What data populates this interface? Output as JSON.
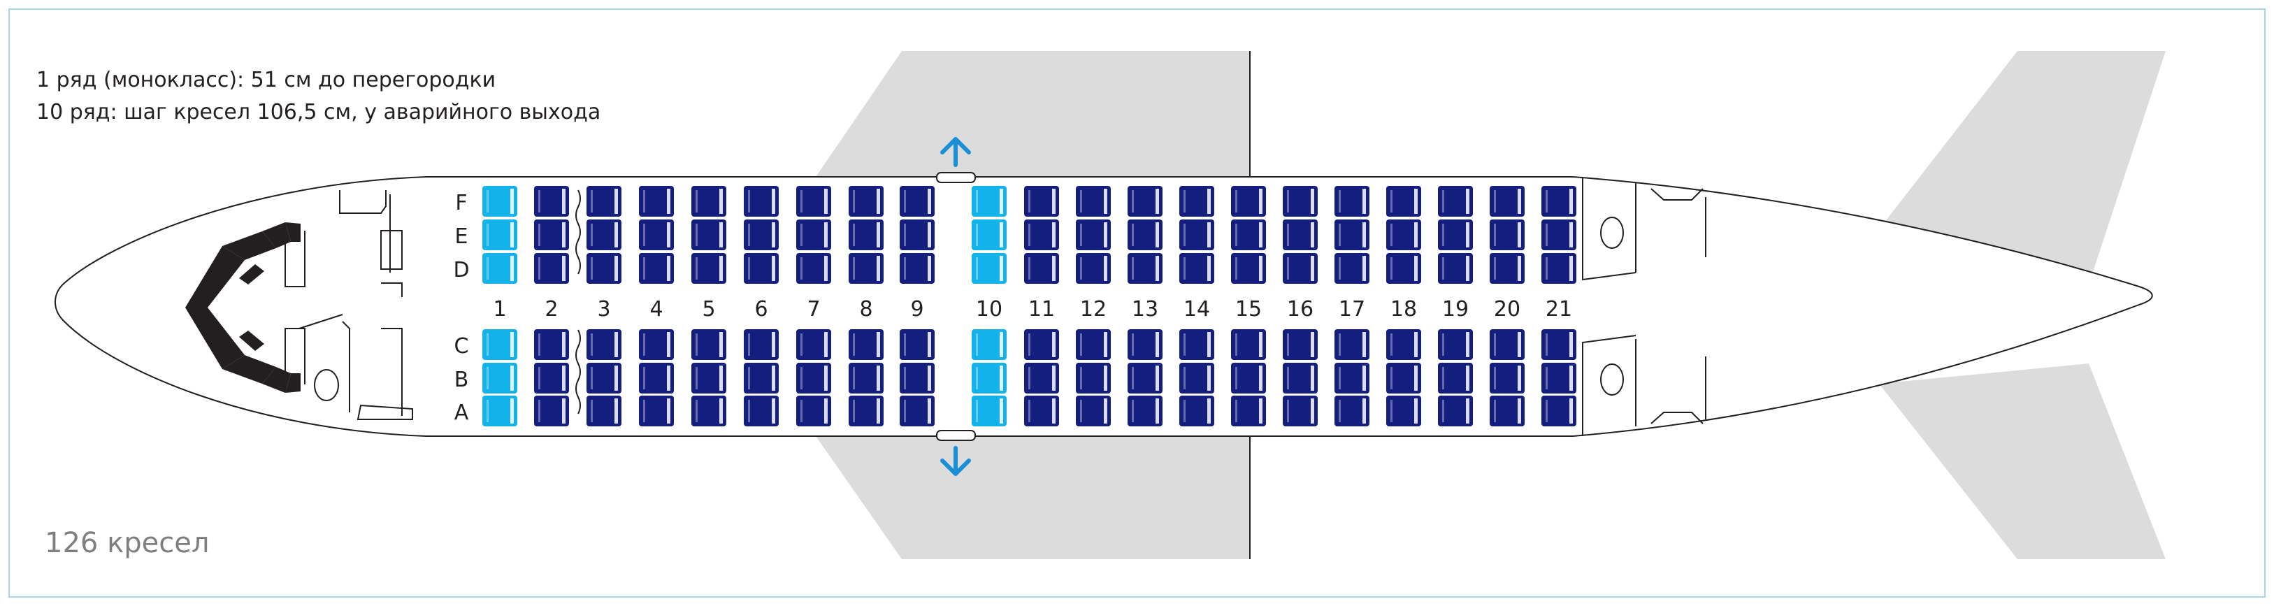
{
  "notes": {
    "row1": "1 ряд (монокласс): 51 см до перегородки",
    "row10": "10 ряд: шаг кресел 106,5 см, у аварийного выхода"
  },
  "total_seats": "126 кресел",
  "seat_map": {
    "rows": [
      "1",
      "2",
      "3",
      "4",
      "5",
      "6",
      "7",
      "8",
      "9",
      "10",
      "11",
      "12",
      "13",
      "14",
      "15",
      "16",
      "17",
      "18",
      "19",
      "20",
      "21"
    ],
    "upper_letters": [
      "F",
      "E",
      "D"
    ],
    "lower_letters": [
      "C",
      "B",
      "A"
    ],
    "highlighted_rows": [
      "1",
      "10"
    ],
    "exit_rows": [
      "10"
    ]
  },
  "colors": {
    "standard_seat": "#141e7e",
    "highlighted_seat": "#14b2eb",
    "exit_arrow": "#1a8fd6",
    "wing": "#dcdcdc",
    "cockpit": "#231f20",
    "outline": "#231f20"
  }
}
